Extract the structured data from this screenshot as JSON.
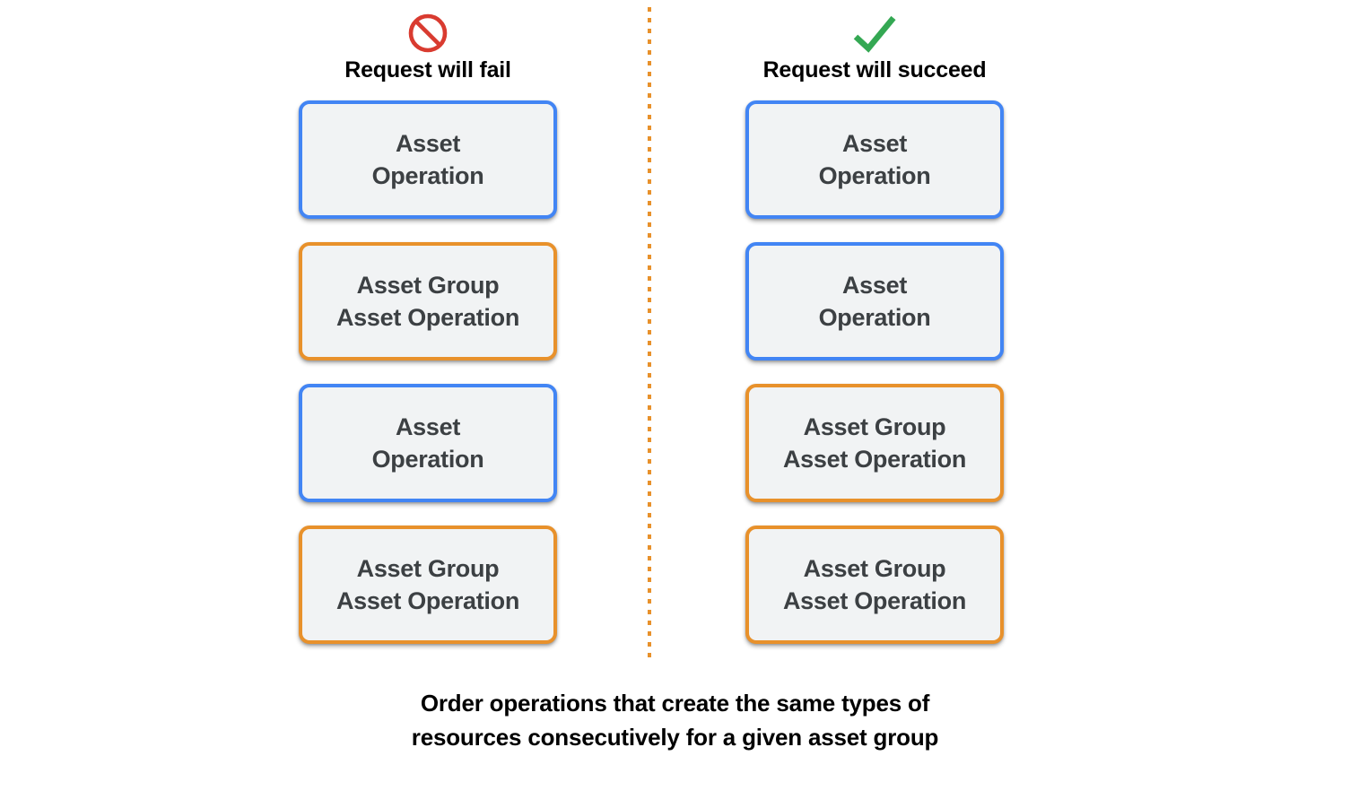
{
  "colors": {
    "blue": "#4285F4",
    "orange": "#E8912B",
    "fail_red": "#D93B30",
    "success_green": "#34A853",
    "card_fill": "#F1F3F4",
    "card_text": "#3C4043",
    "heading_text": "#000000",
    "background": "#FFFFFF",
    "divider": "#E8912B"
  },
  "columns": [
    {
      "id": "fail",
      "icon_name": "prohibition-icon",
      "title": "Request will fail",
      "cards": [
        {
          "label": "Asset\nOperation",
          "type": "asset-operation",
          "color": "blue"
        },
        {
          "label": "Asset Group\nAsset Operation",
          "type": "asset-group-asset-operation",
          "color": "orange"
        },
        {
          "label": "Asset\nOperation",
          "type": "asset-operation",
          "color": "blue"
        },
        {
          "label": "Asset Group\nAsset Operation",
          "type": "asset-group-asset-operation",
          "color": "orange"
        }
      ]
    },
    {
      "id": "succeed",
      "icon_name": "checkmark-icon",
      "title": "Request will succeed",
      "cards": [
        {
          "label": "Asset\nOperation",
          "type": "asset-operation",
          "color": "blue"
        },
        {
          "label": "Asset\nOperation",
          "type": "asset-operation",
          "color": "blue"
        },
        {
          "label": "Asset Group\nAsset Operation",
          "type": "asset-group-asset-operation",
          "color": "orange"
        },
        {
          "label": "Asset Group\nAsset Operation",
          "type": "asset-group-asset-operation",
          "color": "orange"
        }
      ]
    }
  ],
  "caption": "Order operations that create the same types of\nresources consecutively for a given asset group"
}
